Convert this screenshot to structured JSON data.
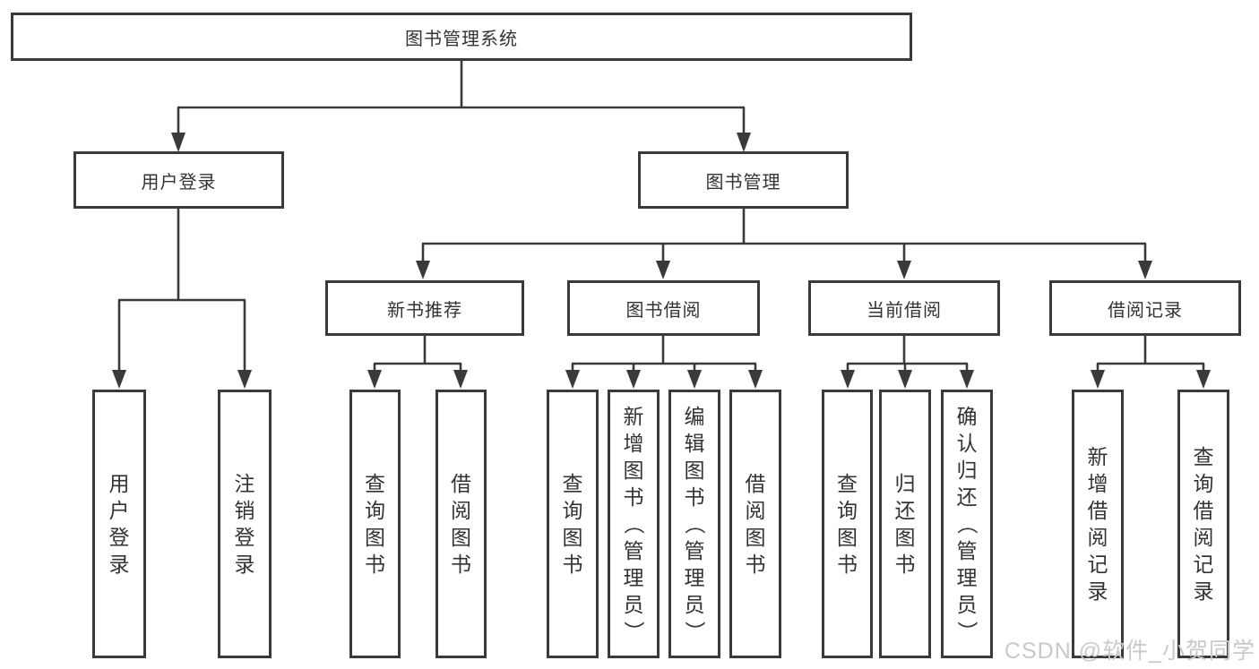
{
  "nodes": {
    "root": "图书管理系统",
    "l2": [
      "用户登录",
      "图书管理"
    ],
    "l3": [
      "新书推荐",
      "图书借阅",
      "当前借阅",
      "借阅记录"
    ],
    "leaves_user": [
      "用户登录",
      "注销登录"
    ],
    "leaves_newbook": [
      "查询图书",
      "借阅图书"
    ],
    "leaves_bookborrow": [
      "查询图书",
      "新增图书（管理员）",
      "编辑图书（管理员）",
      "借阅图书"
    ],
    "leaves_current": [
      "查询图书",
      "归还图书",
      "确认归还（管理员）"
    ],
    "leaves_records": [
      "新增借阅记录",
      "查询借阅记录"
    ]
  },
  "watermark": {
    "text": "CSDN @软件_小贺同学"
  },
  "colors": {
    "line": "#3a3a3a",
    "text": "#333333",
    "watermark": "#c9c9c9",
    "background": "#ffffff"
  }
}
